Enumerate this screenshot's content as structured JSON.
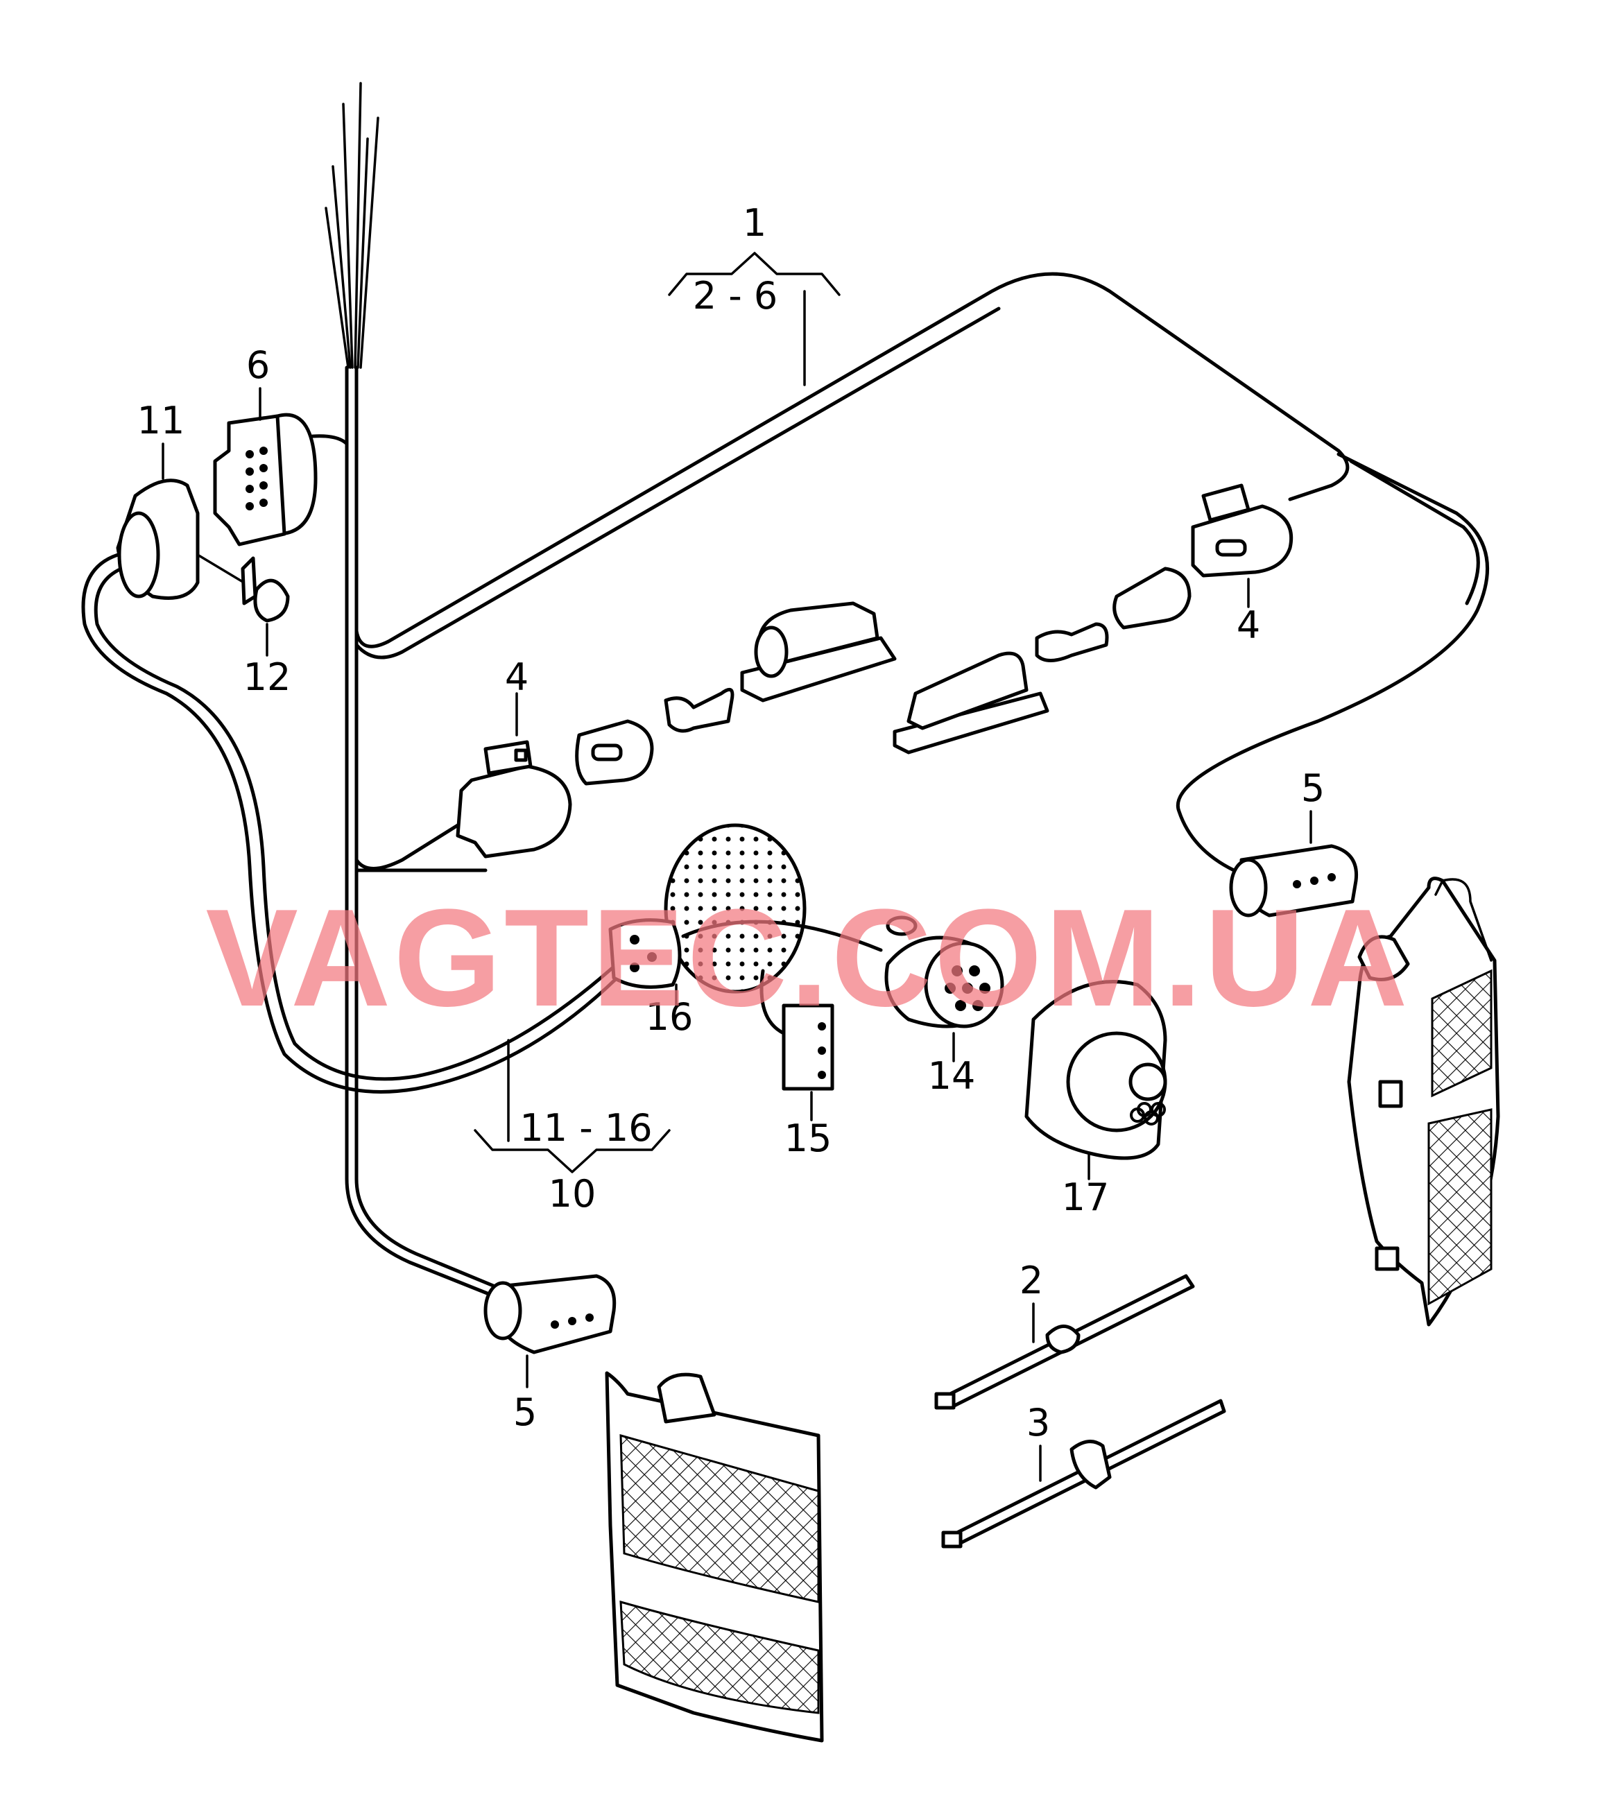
{
  "watermark": "VAGTEC.COM.UA",
  "labels": {
    "l1": "1",
    "l2_6": "2 - 6",
    "l2": "2",
    "l3": "3",
    "l4a": "4",
    "l4b": "4",
    "l5a": "5",
    "l5b": "5",
    "l6": "6",
    "l10": "10",
    "l11": "11",
    "l11_16": "11 - 16",
    "l12": "12",
    "l14": "14",
    "l15": "15",
    "l16": "16",
    "l17": "17"
  }
}
